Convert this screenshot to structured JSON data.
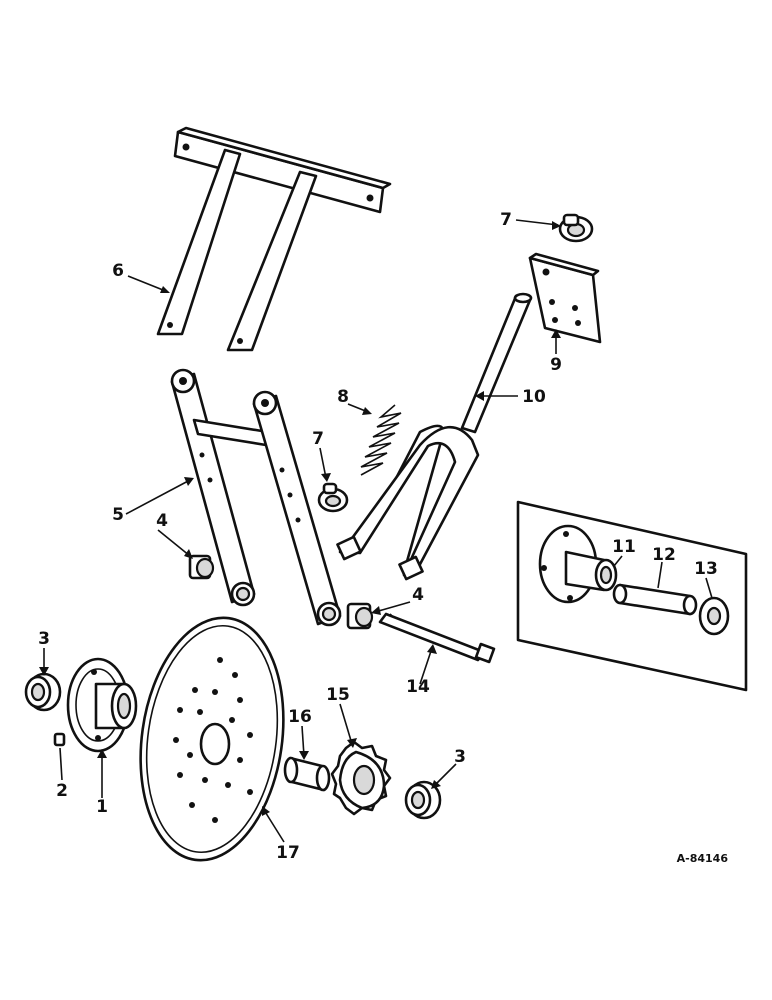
{
  "figure_code": "A-84146",
  "parts": [
    {
      "number": "1",
      "name": "flange-hub"
    },
    {
      "number": "2",
      "name": "set-screw"
    },
    {
      "number": "3",
      "name": "bearing"
    },
    {
      "number": "4",
      "name": "spacer-block"
    },
    {
      "number": "5",
      "name": "arm-frame"
    },
    {
      "number": "6",
      "name": "mounting-bracket"
    },
    {
      "number": "7",
      "name": "lock-nut"
    },
    {
      "number": "8",
      "name": "spring"
    },
    {
      "number": "9",
      "name": "plate"
    },
    {
      "number": "10",
      "name": "u-rod"
    },
    {
      "number": "11",
      "name": "hub-inset"
    },
    {
      "number": "12",
      "name": "tube-inset"
    },
    {
      "number": "13",
      "name": "bearing-inset"
    },
    {
      "number": "14",
      "name": "bolt"
    },
    {
      "number": "15",
      "name": "sprocket"
    },
    {
      "number": "16",
      "name": "sleeve"
    },
    {
      "number": "17",
      "name": "disc"
    }
  ],
  "colors": {
    "ink": "#111111",
    "paper": "#ffffff",
    "inset_bg": "#ffffff"
  }
}
